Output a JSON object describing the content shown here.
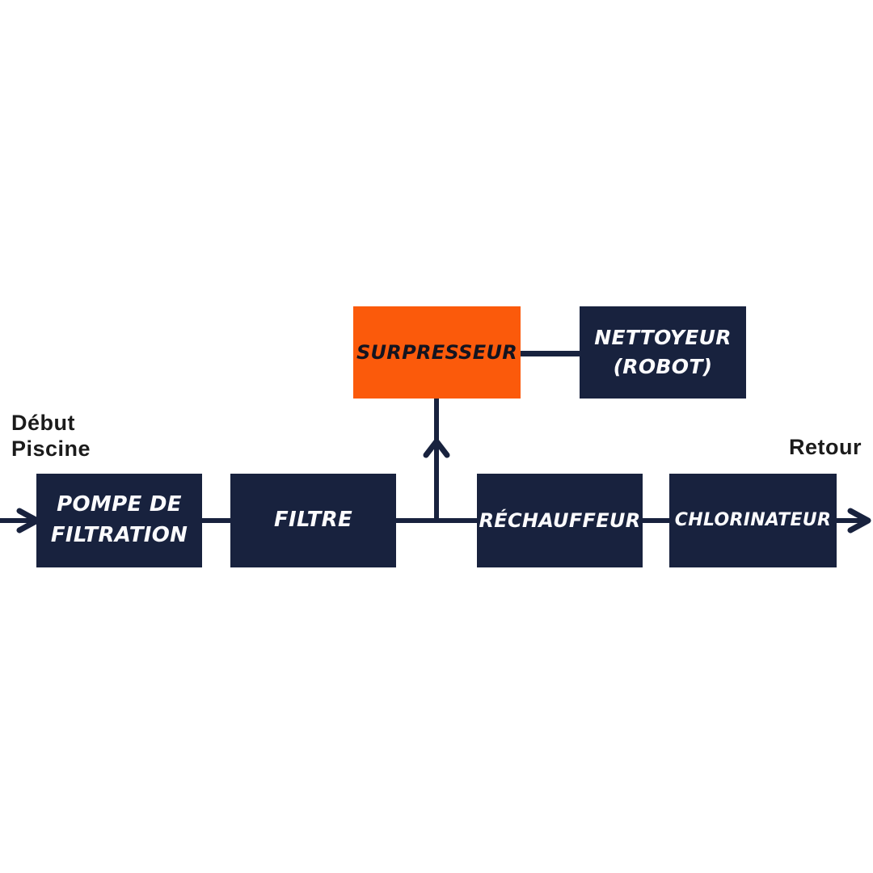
{
  "diagram": {
    "colors": {
      "navy": "#18223E",
      "orange": "#FB5A0B",
      "dark_text": "#1B1B1B",
      "light_text": "#FBFBFD"
    },
    "start_label": {
      "line1": "Début",
      "line2": "Piscine"
    },
    "return_label": "Retour",
    "nodes": {
      "pump": {
        "line1": "POMPE DE",
        "line2": "FILTRATION"
      },
      "filter": {
        "label": "FILTRE"
      },
      "booster": {
        "label": "SURPRESSEUR"
      },
      "cleaner": {
        "line1": "NETTOYEUR",
        "line2": "(ROBOT)"
      },
      "heater": {
        "label": "RÉCHAUFFEUR"
      },
      "chlorinator": {
        "label": "CHLORINATEUR"
      }
    },
    "icons": {
      "inlet_arrow": "arrow-right",
      "outlet_arrow": "arrow-right",
      "booster_arrow": "arrow-up"
    }
  }
}
